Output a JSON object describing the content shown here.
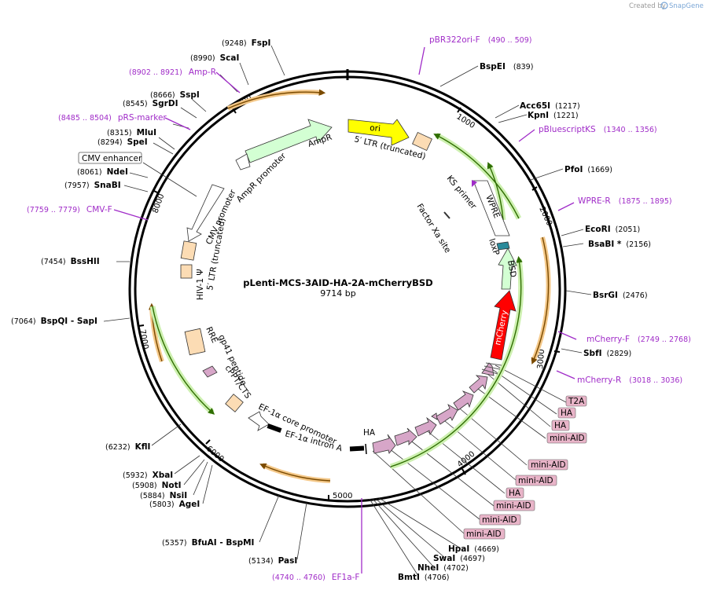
{
  "app": {
    "watermark_prefix": "Created by",
    "watermark_brand": "SnapGene"
  },
  "plasmid": {
    "name": "pLenti-MCS-3AID-HA-2A-mCherryBSD",
    "length_label": "9714 bp"
  },
  "tick_labels": [
    "1000",
    "2000",
    "3000",
    "4000",
    "5000",
    "6000",
    "7000",
    "8000",
    "9000"
  ],
  "enzymes": [
    {
      "id": "fspi",
      "pos": "(9248)",
      "name": "FspI"
    },
    {
      "id": "scai",
      "pos": "(8990)",
      "name": "ScaI"
    },
    {
      "id": "sspi",
      "pos": "(8666)",
      "name": "SspI"
    },
    {
      "id": "sgrdi",
      "pos": "(8545)",
      "name": "SgrDI"
    },
    {
      "id": "mlui",
      "pos": "(8315)",
      "name": "MluI"
    },
    {
      "id": "spei",
      "pos": "(8294)",
      "name": "SpeI"
    },
    {
      "id": "ndei",
      "pos": "(8061)",
      "name": "NdeI"
    },
    {
      "id": "snabi",
      "pos": "(7957)",
      "name": "SnaBI"
    },
    {
      "id": "bsshii",
      "pos": "(7454)",
      "name": "BssHII"
    },
    {
      "id": "bspqi",
      "pos": "(7064)",
      "name": "BspQI - SapI"
    },
    {
      "id": "kfli",
      "pos": "(6232)",
      "name": "KflI"
    },
    {
      "id": "xbai",
      "pos": "(5932)",
      "name": "XbaI"
    },
    {
      "id": "noti",
      "pos": "(5908)",
      "name": "NotI"
    },
    {
      "id": "nsii",
      "pos": "(5884)",
      "name": "NsiI"
    },
    {
      "id": "agei",
      "pos": "(5803)",
      "name": "AgeI"
    },
    {
      "id": "bfuai",
      "pos": "(5357)",
      "name": "BfuAI - BspMI"
    },
    {
      "id": "pasi",
      "pos": "(5134)",
      "name": "PasI"
    },
    {
      "id": "bmti",
      "pos": "(4706)",
      "name": "BmtI"
    },
    {
      "id": "nhei",
      "pos": "(4702)",
      "name": "NheI"
    },
    {
      "id": "swai",
      "pos": "(4697)",
      "name": "SwaI"
    },
    {
      "id": "hpai",
      "pos": "(4669)",
      "name": "HpaI"
    },
    {
      "id": "sbfi",
      "pos": "(2829)",
      "name": "SbfI"
    },
    {
      "id": "bsrgi",
      "pos": "(2476)",
      "name": "BsrGI"
    },
    {
      "id": "bsabi",
      "pos": "(2156)",
      "name": "BsaBI *"
    },
    {
      "id": "ecori",
      "pos": "(2051)",
      "name": "EcoRI"
    },
    {
      "id": "pfoi",
      "pos": "(1669)",
      "name": "PfoI"
    },
    {
      "id": "kpni",
      "pos": "(1221)",
      "name": "KpnI"
    },
    {
      "id": "acc65i",
      "pos": "(1217)",
      "name": "Acc65I"
    },
    {
      "id": "bspei",
      "pos": "(839)",
      "name": "BspEI"
    }
  ],
  "primers": [
    {
      "id": "pbr322ori",
      "name": "pBR322ori-F",
      "range": "(490 .. 509)"
    },
    {
      "id": "pbluescript",
      "name": "pBluescriptKS",
      "range": "(1340 .. 1356)"
    },
    {
      "id": "wpre-r",
      "name": "WPRE-R",
      "range": "(1875 .. 1895)"
    },
    {
      "id": "mcherry-f",
      "name": "mCherry-F",
      "range": "(2749 .. 2768)"
    },
    {
      "id": "mcherry-r",
      "name": "mCherry-R",
      "range": "(3018 .. 3036)"
    },
    {
      "id": "ef1a-f",
      "name": "EF1a-F",
      "range": "(4740 .. 4760)"
    },
    {
      "id": "cmv-f",
      "name": "CMV-F",
      "range": "(7759 .. 7779)"
    },
    {
      "id": "prs-marker",
      "name": "pRS-marker",
      "range": "(8485 .. 8504)"
    },
    {
      "id": "amp-r",
      "name": "Amp-R",
      "range": "(8902 .. 8921)"
    }
  ],
  "features_text": {
    "ori": "ori",
    "ltr5_top": "5′ LTR (truncated)",
    "ks_primer": "KS primer",
    "wpre": "WPRE",
    "factor_xa": "Factor Xa site",
    "loxp": "loxP",
    "bsd": "BSD",
    "mcherry": "mCherry",
    "ampr": "AmpR",
    "ampr_promoter": "AmpR promoter",
    "cmv_promoter": "CMV promoter",
    "ltr5_left": "5′ LTR (truncated)",
    "hiv_psi": "HIV-1 Ψ",
    "rre": "RRE",
    "gp41": "gp41 peptide",
    "cppt": "cPPT/CTS",
    "ef1a_core": "EF-1α core promoter",
    "ef1a_intron": "EF-1α intron A",
    "ha_top": "HA"
  },
  "boxed_labels": {
    "cmv_enhancer": "CMV enhancer",
    "right": [
      "T2A",
      "HA",
      "HA",
      "mini-AID",
      "mini-AID",
      "mini-AID",
      "HA",
      "mini-AID",
      "mini-AID",
      "mini-AID"
    ]
  }
}
